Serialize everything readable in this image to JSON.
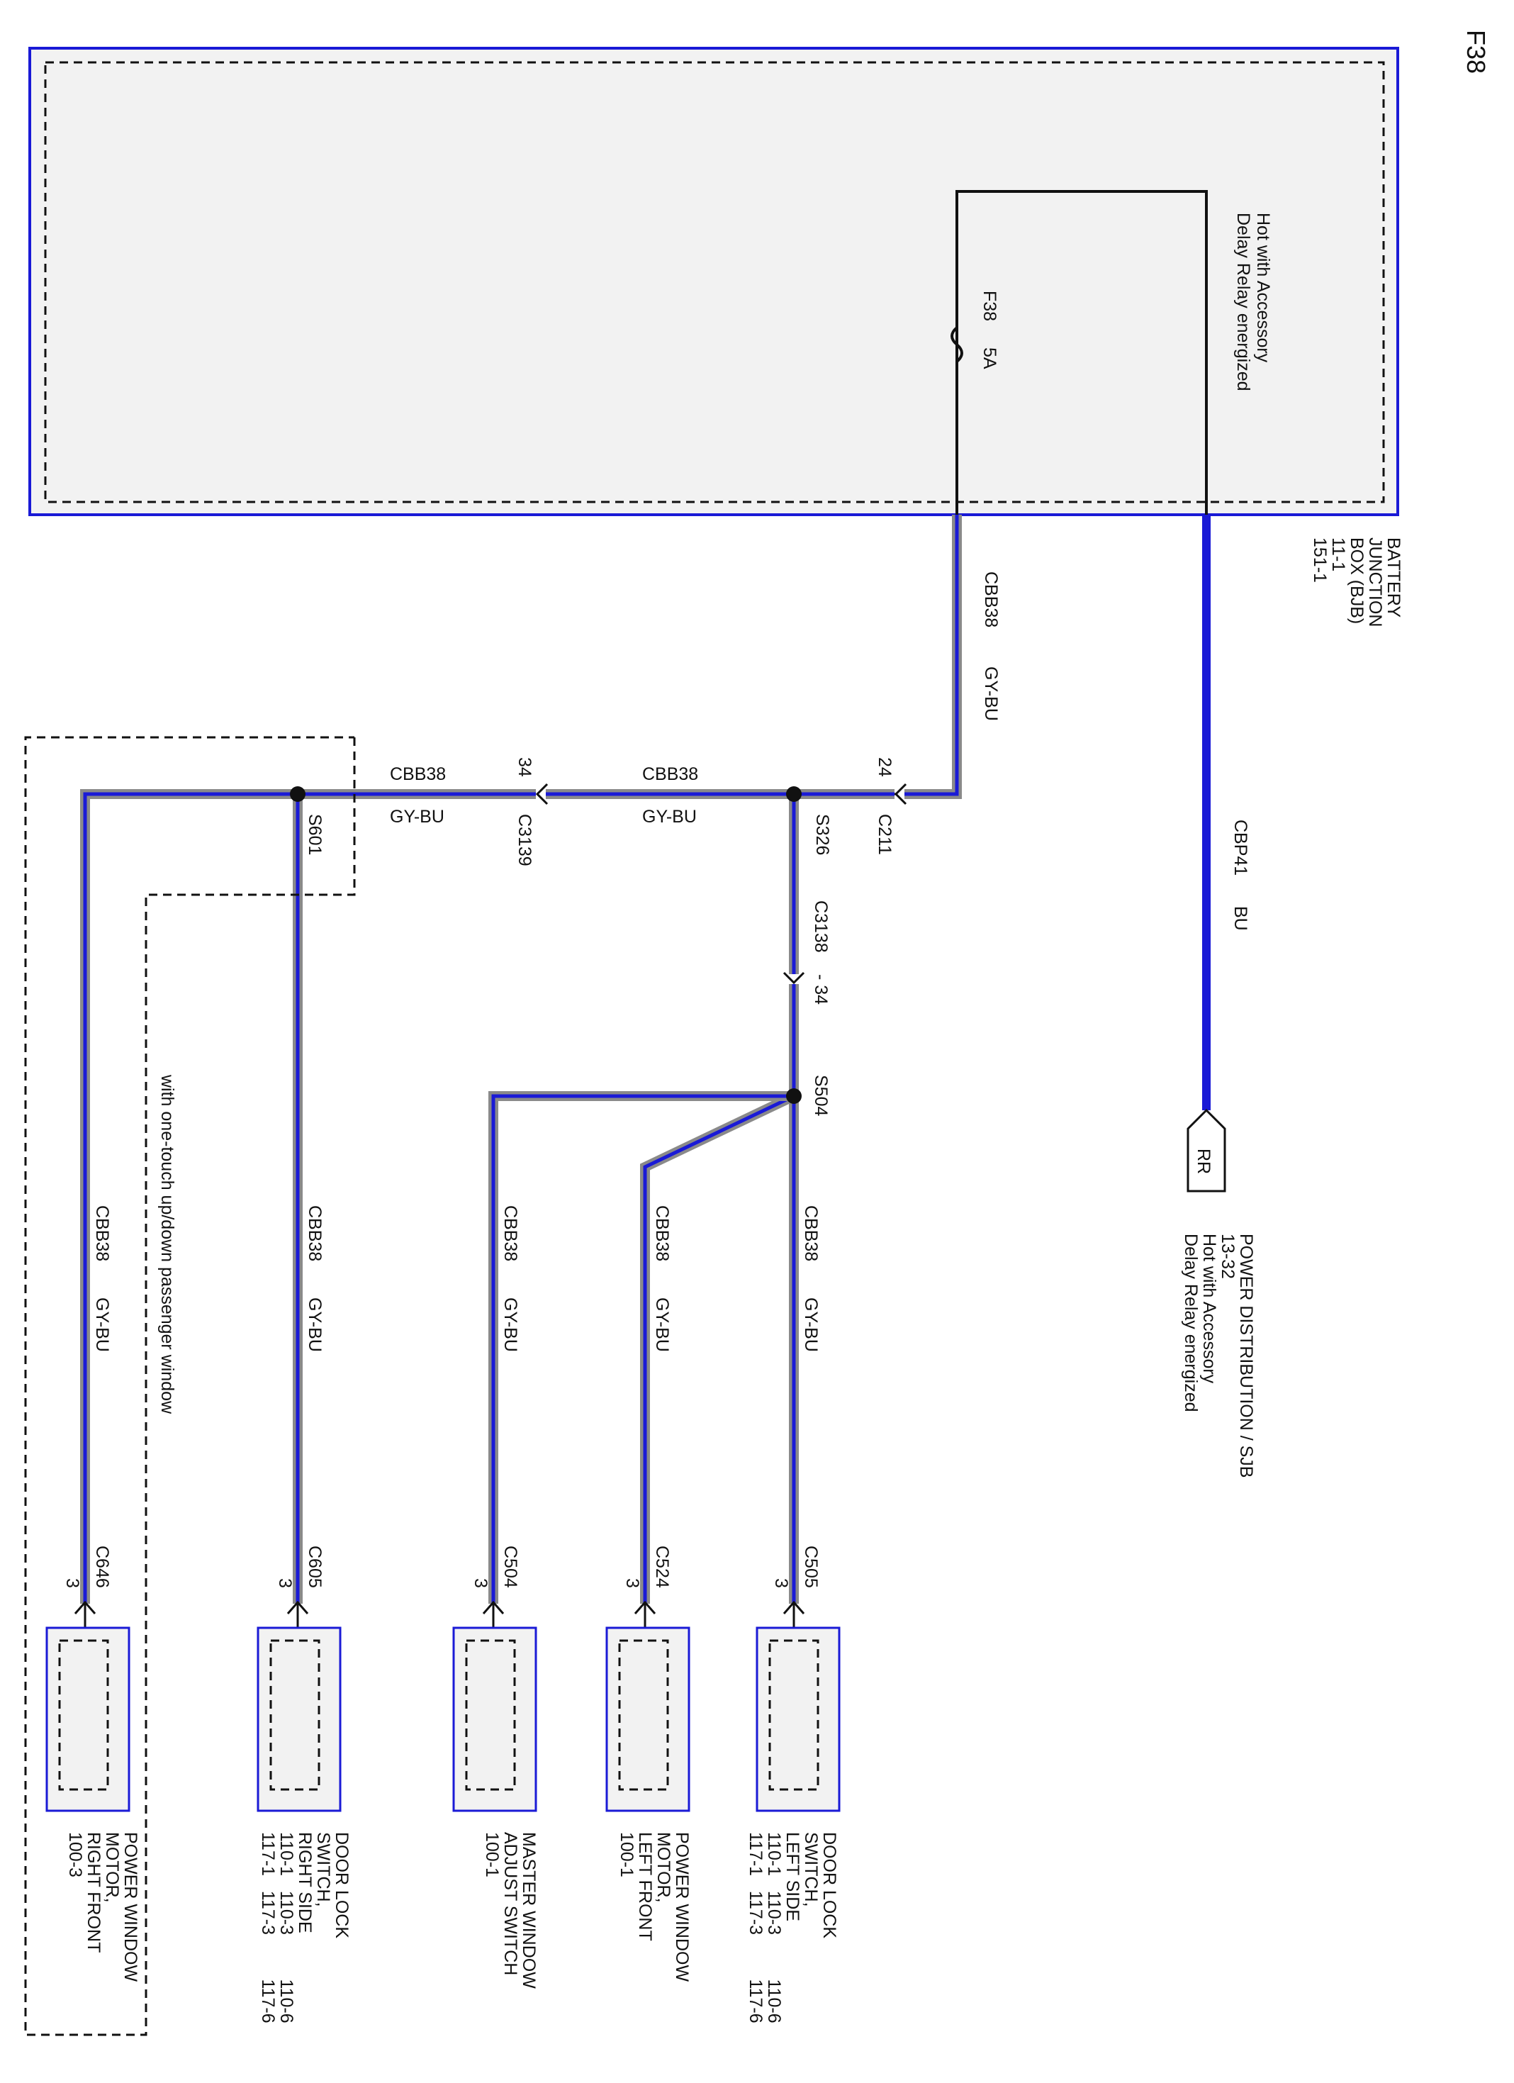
{
  "page_title": "F38",
  "colors": {
    "module_border": "#1a1ad6",
    "module_fill": "#f2f2f2",
    "wire_blue": "#1a1ad6",
    "wire_gray": "#8a8a8a",
    "line": "#111111"
  },
  "bjb": {
    "hot_note_line1": "Hot with Accessory",
    "hot_note_line2": "Delay Relay energized",
    "fuse_id": "F38",
    "fuse_rating": "5A",
    "name_line1": "BATTERY",
    "name_line2": "JUNCTION",
    "name_line3": "BOX (BJB)",
    "ref1": "11-1",
    "ref2": "151-1"
  },
  "power_feed": {
    "circuit": "CBP41",
    "color": "BU",
    "connector": "RR",
    "dest_line1": "POWER DISTRIBUTION / SJB",
    "dest_line2": "13-32",
    "dest_line3": "Hot with Accessory",
    "dest_line4": "Delay Relay energized"
  },
  "main_wire": {
    "circuit": "CBB38",
    "color": "GY-BU"
  },
  "c211": {
    "connector": "C211",
    "pin": "24"
  },
  "s326": {
    "splice": "S326"
  },
  "c3139": {
    "connector": "C3139",
    "pin": "34"
  },
  "s601": {
    "splice": "S601"
  },
  "c3138": {
    "connector": "C3138",
    "pin": "- 34"
  },
  "s504": {
    "splice": "S504"
  },
  "option_note": "with one-touch up/down passenger window",
  "branches": [
    {
      "circuit": "CBB38",
      "color": "GY-BU",
      "connector": "C505",
      "pin": "3",
      "comp_line1": "DOOR LOCK",
      "comp_line2": "SWITCH,",
      "comp_line3": "LEFT SIDE",
      "ref_line1": "110-1   110-3         110-6",
      "ref_line2": "117-1   117-3         117-6"
    },
    {
      "circuit": "CBB38",
      "color": "GY-BU",
      "connector": "C524",
      "pin": "3",
      "comp_line1": "POWER WINDOW",
      "comp_line2": "MOTOR,",
      "comp_line3": "LEFT FRONT",
      "ref_line1": "100-1",
      "ref_line2": ""
    },
    {
      "circuit": "CBB38",
      "color": "GY-BU",
      "connector": "C504",
      "pin": "3",
      "comp_line1": "MASTER WINDOW",
      "comp_line2": "ADJUST SWITCH",
      "comp_line3": "100-1",
      "ref_line1": "",
      "ref_line2": ""
    },
    {
      "circuit": "CBB38",
      "color": "GY-BU",
      "connector": "C605",
      "pin": "3",
      "comp_line1": "DOOR LOCK",
      "comp_line2": "SWITCH,",
      "comp_line3": "RIGHT SIDE",
      "ref_line1": "110-1   110-3         110-6",
      "ref_line2": "117-1   117-3         117-6"
    },
    {
      "circuit": "CBB38",
      "color": "GY-BU",
      "connector": "C646",
      "pin": "3",
      "comp_line1": "POWER WINDOW",
      "comp_line2": "MOTOR,",
      "comp_line3": "RIGHT FRONT",
      "ref_line1": "100-3",
      "ref_line2": ""
    }
  ]
}
